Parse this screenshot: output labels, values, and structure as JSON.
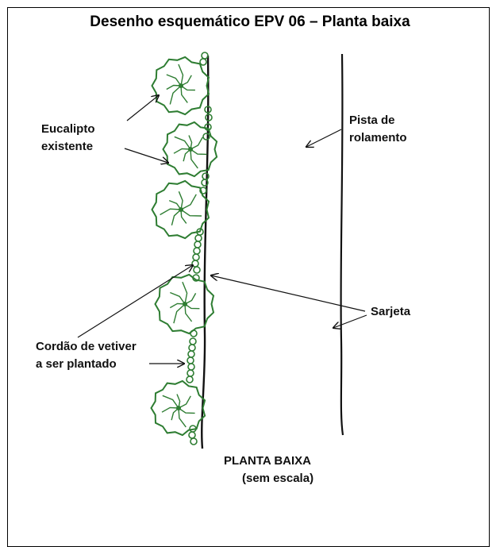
{
  "title": "Desenho esquemático EPV 06 – Planta baixa",
  "labels": {
    "eucalipto_line1": "Eucalipto",
    "eucalipto_line2": "existente",
    "pista_line1": "Pista de",
    "pista_line2": "rolamento",
    "sarjeta": "Sarjeta",
    "cordao_line1": "Cordão de vetiver",
    "cordao_line2": "a ser plantado",
    "planta_baixa": "PLANTA BAIXA",
    "sem_escala": "(sem escala)"
  },
  "colors": {
    "tree": "#2e7d32",
    "line": "#111111"
  }
}
